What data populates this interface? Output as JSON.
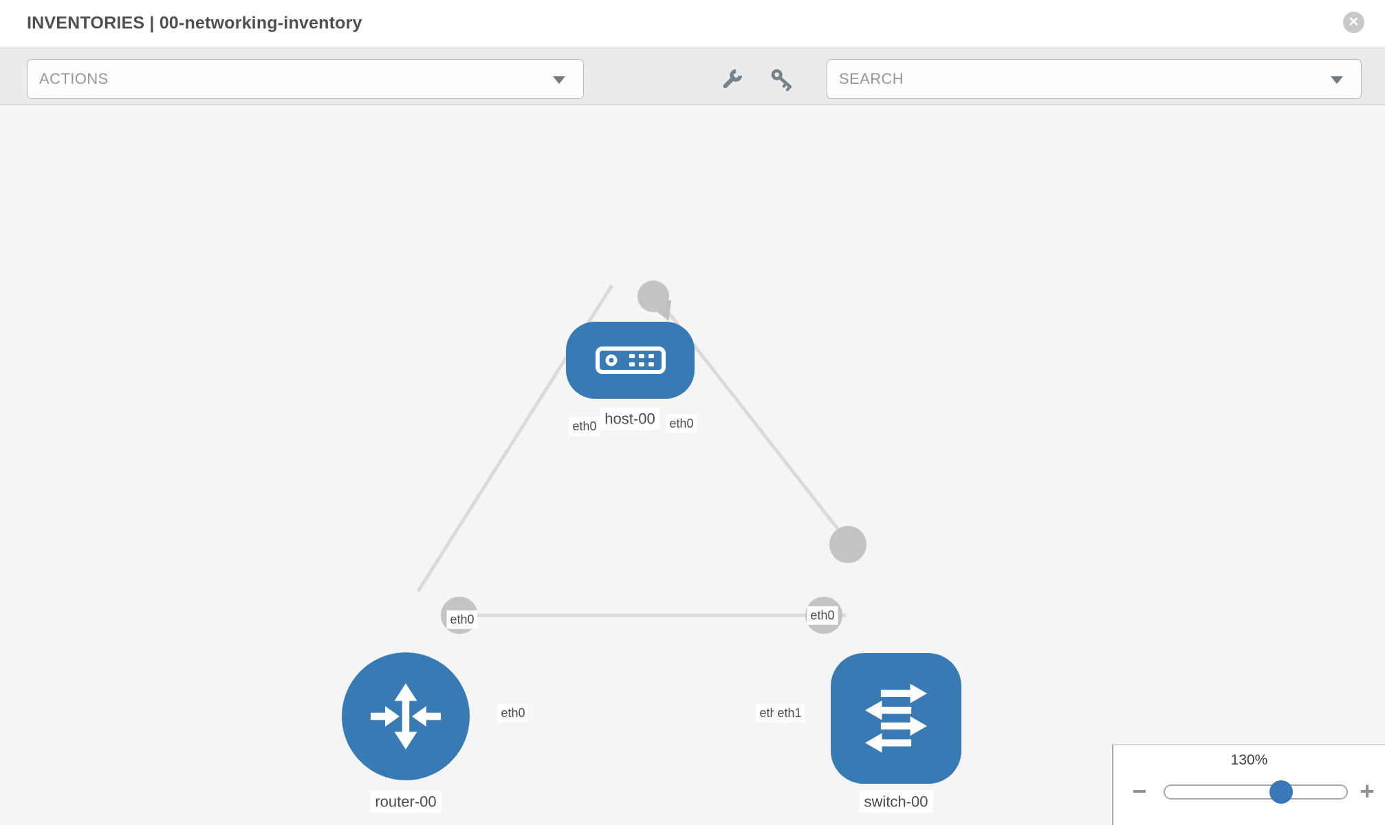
{
  "header": {
    "title": "INVENTORIES | 00-networking-inventory",
    "close_glyph": "✕"
  },
  "toolbar": {
    "actions_label": "ACTIONS",
    "search_label": "SEARCH"
  },
  "topology": {
    "nodes": [
      {
        "id": "host-00",
        "label": "host-00",
        "type": "host"
      },
      {
        "id": "router-00",
        "label": "router-00",
        "type": "router"
      },
      {
        "id": "switch-00",
        "label": "switch-00",
        "type": "switch"
      }
    ],
    "links": [
      {
        "from": "router-00",
        "to": "host-00",
        "from_interface": "eth0",
        "to_interface": "eth0"
      },
      {
        "from": "host-00",
        "to": "switch-00",
        "from_interface": "eth0",
        "to_interface": "eth0"
      },
      {
        "from": "router-00",
        "to": "switch-00",
        "from_interface": "eth0",
        "to_interface": "eth1",
        "to_interface_overlap": "eth0"
      }
    ]
  },
  "zoom_control": {
    "level": "130%",
    "minus_glyph": "−",
    "plus_glyph": "+"
  },
  "colors": {
    "node_blue": "#377ab4",
    "link_gray": "#dadada",
    "port_gray": "#c4c4c4",
    "thumb_blue": "#3878b8",
    "toolbar_bg": "#ebebeb"
  }
}
